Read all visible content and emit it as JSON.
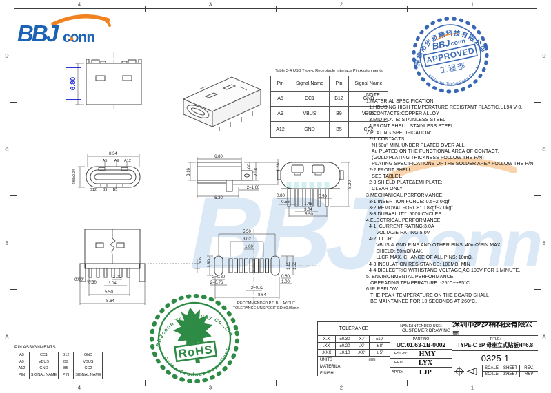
{
  "sheet": {
    "zone_numbers": [
      "4",
      "3",
      "2",
      "1"
    ],
    "zone_letters": [
      "D",
      "C",
      "B",
      "A"
    ]
  },
  "logo": {
    "bbj": "BBJ",
    "conn": "conn"
  },
  "watermark": {
    "bbj": "BBJ",
    "conn": "conn"
  },
  "pin_table": {
    "title": "Table 3-4 USB Type-c Receptacle Interface Pin Assignments",
    "headers": [
      "Pin",
      "Signal Name",
      "Pin",
      "Signal Name"
    ],
    "rows": [
      [
        "A5",
        "CC1",
        "B12",
        "GND"
      ],
      [
        "A9",
        "VBUS",
        "B9",
        "VBUS"
      ],
      [
        "A12",
        "GND",
        "B5",
        "CC2"
      ]
    ]
  },
  "approved_stamp": {
    "arc_top": "深圳市步步精科技有限公司",
    "arc_bottom": "BBJconn Technology Co.,Ltd",
    "logo_bbj": "BBJ",
    "logo_conn": "conn",
    "label": "APPROVED",
    "dept": "工程部",
    "color": "#2a5db0"
  },
  "rohs_stamp": {
    "arc_top": "BBJconn Technology Co.,Ltd",
    "arc_bottom": "Green Product Compliant",
    "label": "RoHS",
    "color": "#23853c"
  },
  "notes": {
    "text": "NOTE:\n1.MATERIAL SPECIFICATION:\n  1.HOUSING:HIGH TEMPERATURE RESISTANT PLASTIC,UL94 V-0.\n  2.CONTACTS:COPPER ALLOY\n  3.MID PLATE: STAINLESS STEEL\n  4.FRONT SHELL: STAINLESS STEEL\n2.PLATING SPECIFICATION:\n  2-1.CONTACTS:\n    NI 50u\" MIN. UNDER PLATED OVER ALL.\n    Au PLATED ON THE FUNCTIONAL AREA OF CONTACT.\n    (GOLD PLATING THICKNESS FOLLOW THE P/N)\n    PLATING SPECIFICATIONS OF THE SOLDER AREA FOLLOW THE P/N\n  2-2.FRONT SHELL:\n    SEE TABLE1.\n  2-3.SHIELD PLATE&EMI PLATE:\n    CLEAR ONLY\n3.MECHANICAL PERFORMANCE.\n  3-1.INSERTION FORCE: 0.5~2.0kgf.\n  3-2.REMOVAL FORCE: 0.8kgf~2.0kgf.\n  3-3.DURABILITY: 5000 CYCLES.\n4.ELECTRICAL PERFORMANCE.\n  4-1. CURRENT RATING:3.0A\n       VOLTAGE RATING:5.0V\n  4-2. LLCR:\n       VBUS & GND PINS AND OTHER PINS: 40mΩ/PIN MAX.\n       SHIELD: 50mΩ/MAX.\n       LLCR MAX. CHANGE OF ALL PINS: 10mΩ.\n  4-3.INSULATION RESISTANCE: 100MΩ  MIN\n  4-4.DIELECTRIC WITHSTAND VOLTAGE,AC 100V FOR 1 MINUTE.\n5. ENVIRONMENTAL PERFORMANCE:\n   OPERATING TEMPERATURE: -25°C~+85°C.\n6.IR REFLOW:\n   THE PEAK TEMPERATURE ON THE BOARD SHALL\n   BE MAINTAINED FOR 10 SECONDS AT 260°C."
  },
  "dims": {
    "top_height": "6.80",
    "fv_width": "8.34",
    "fv_height": "2.56±0.04",
    "pin_a5": "A5",
    "pin_a9": "A9",
    "pin_a12": "A12",
    "pin_b12": "B12",
    "pin_b9": "B9",
    "pin_b5": "B5",
    "sv_top": "6.80",
    "sv_left": "3.16",
    "sv_r1": "1.00",
    "sv_r2": "2.38",
    "sv_r3": "1.28",
    "sv_pitch": "2=1.60",
    "sv_bottom": "6.30",
    "rv_l1": "0.80",
    "rv_l2": "0.56",
    "rv_r1": "0.50",
    "rv_c1": "1.48",
    "rv_c2": "3.04",
    "rv_w": "5.50",
    "rv_h": "8.20",
    "bv_r": "0.05",
    "bv_l1": "0.60",
    "bv_l2": "0.30",
    "bv_c1": "1.00",
    "bv_c2": "3.04",
    "bv_w1": "5.50",
    "bv_w2": "8.64",
    "pcb_t1": "5.50",
    "pcb_t2": "3.02",
    "pcb_t3": "1.00",
    "pcb_l1": "1.80",
    "pcb_l2": "2=0.80",
    "pcb_l3": "2=0.76",
    "pcb_b1": "2=0.72",
    "pcb_b2": "8.64",
    "pcb_r1": "1.15",
    "pcb_r2": "1.55",
    "pcb_r3": "0.60",
    "pcb_r4": "1.00"
  },
  "pcb_note": {
    "line1": "RECOMMENDED  P.C.B. LAYOUT",
    "line2": "TOLERANCE UNSPECIFIED ±0.05mm"
  },
  "pin_assignments": {
    "title": "PIN  ASSIGNMENTS",
    "rows": [
      [
        "A5",
        "CC1",
        "B12",
        "GND"
      ],
      [
        "A9",
        "VBUS",
        "B9",
        "VBUS"
      ],
      [
        "A12",
        "GND",
        "B5",
        "CC2"
      ],
      [
        "PIN",
        "SIGNAL NAME",
        "PIN",
        "SIGNAL NAME"
      ]
    ]
  },
  "title_block": {
    "tolerance_label": "TOLERANCE",
    "tol_rows": [
      [
        "X.X",
        "±0.30",
        "X.°",
        "±10'"
      ],
      [
        ".XX",
        "±0.20",
        ".X°",
        "± 8'"
      ],
      [
        ".XXX",
        "±0.10",
        ".XX°",
        "± 5'"
      ]
    ],
    "units_label": "UNITS",
    "units_value": "mm",
    "materila_label": "MATERILA",
    "finish_label": "FINISH",
    "name_label": "NAME(INTENDED USE)",
    "name_value": "CUSTOMER DRAWING",
    "part_no_label": "PART NO",
    "part_no": "UC.01.63-1B-0002",
    "design_label": "DESIGN:",
    "design": "HMY",
    "ched_label": "CHED:",
    "ched": "LYX",
    "appd_label": "APPD:",
    "appd": "LJP",
    "company": "深圳市步步精科技有限公司",
    "title_label": "TITLE:",
    "title": "TYPE-C 6P 母座立式贴板H=6.8",
    "drawing_no": "0325-1",
    "scale_label": "SCALE",
    "sheet_label": "SHEET",
    "rev_label": "REV.",
    "scale_value": "SCALE",
    "sheet_value": "SHEET",
    "rev_value": "REV"
  }
}
